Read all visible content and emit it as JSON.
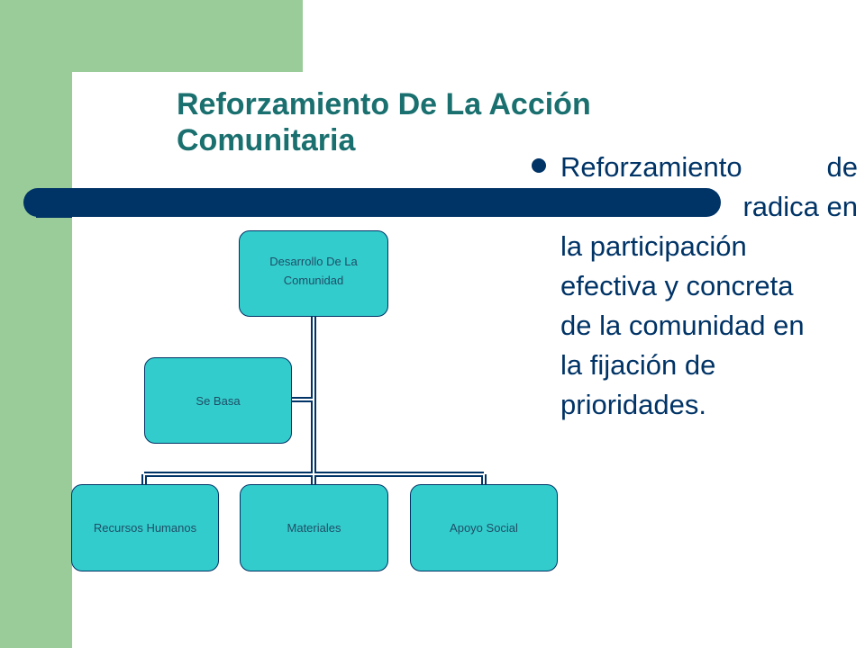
{
  "slide": {
    "title": "Reforzamiento De La Acción Comunitaria",
    "bullet": {
      "line1_a": "Reforzamiento",
      "line1_b": "de",
      "line2_a": "",
      "line2_b": "radica",
      "line2_c": "en",
      "line3": "la participación",
      "line4": "efectiva y concreta",
      "line5": "de la comunidad en",
      "line6": "la fijación de",
      "line7": "prioridades."
    }
  },
  "diagram": {
    "root": "Desarrollo De La Comunidad",
    "assistant": "Se Basa",
    "children": [
      "Recursos Humanos",
      "Materiales",
      "Apoyo Social"
    ]
  },
  "colors": {
    "green": "#99cc99",
    "navy": "#003366",
    "title_teal": "#1a6f6f",
    "node_fill": "#33cccc"
  }
}
